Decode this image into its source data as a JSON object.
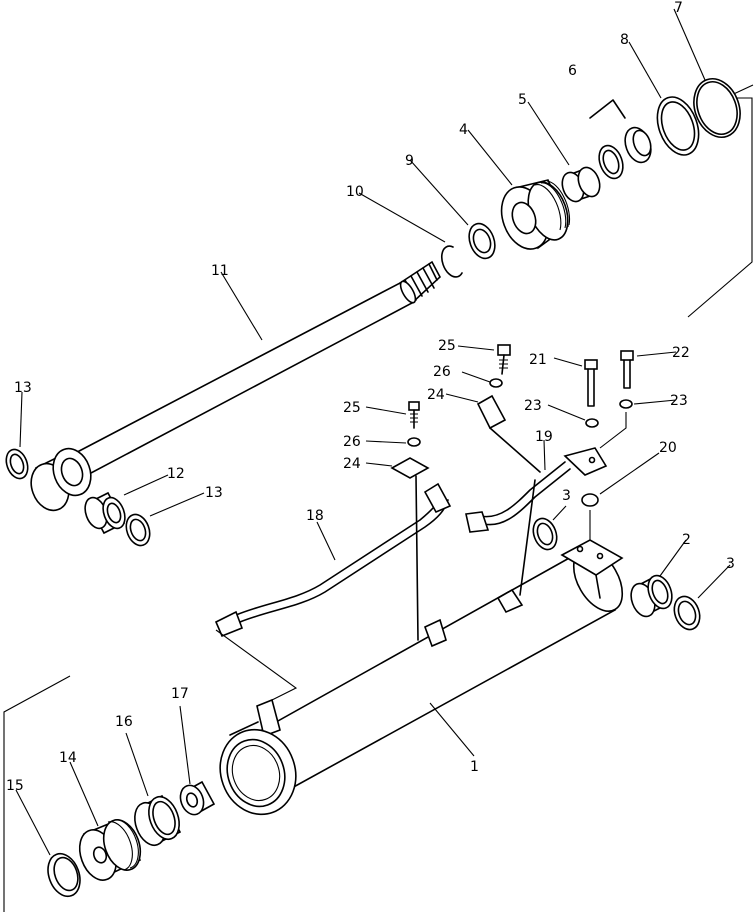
{
  "labels": {
    "p1": "1",
    "p2": "2",
    "p3a": "3",
    "p3b": "3",
    "p4": "4",
    "p5": "5",
    "p6": "6",
    "p7": "7",
    "p8": "8",
    "p9": "9",
    "p10": "10",
    "p11": "11",
    "p12": "12",
    "p13a": "13",
    "p13b": "13",
    "p14": "14",
    "p15": "15",
    "p16": "16",
    "p17": "17",
    "p18": "18",
    "p19": "19",
    "p20": "20",
    "p21": "21",
    "p22": "22",
    "p23a": "23",
    "p23b": "23",
    "p24a": "24",
    "p24b": "24",
    "p25a": "25",
    "p25b": "25",
    "p26a": "26",
    "p26b": "26"
  }
}
